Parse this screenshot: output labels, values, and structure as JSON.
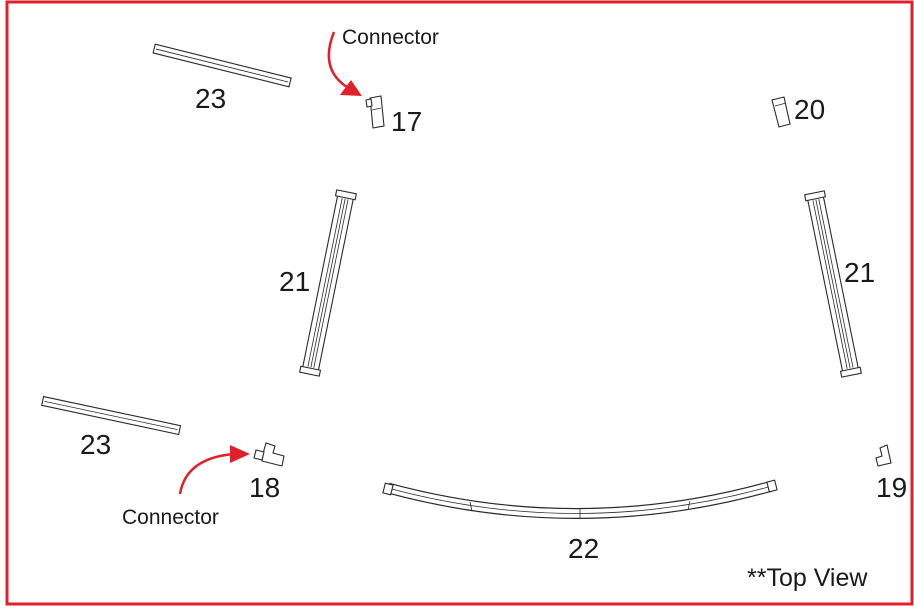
{
  "diagram": {
    "border_color": "#e0202a",
    "arrow_color": "#e0202a",
    "note": "**Top View",
    "connector_labels": [
      "Connector",
      "Connector"
    ],
    "parts": [
      {
        "id": "rail-top-left",
        "number": "23"
      },
      {
        "id": "connector-17",
        "number": "17"
      },
      {
        "id": "connector-20",
        "number": "20"
      },
      {
        "id": "post-left",
        "number": "21"
      },
      {
        "id": "post-right",
        "number": "21"
      },
      {
        "id": "rail-bottom-left",
        "number": "23"
      },
      {
        "id": "connector-18",
        "number": "18"
      },
      {
        "id": "connector-19",
        "number": "19"
      },
      {
        "id": "curved-rail",
        "number": "22"
      }
    ]
  }
}
